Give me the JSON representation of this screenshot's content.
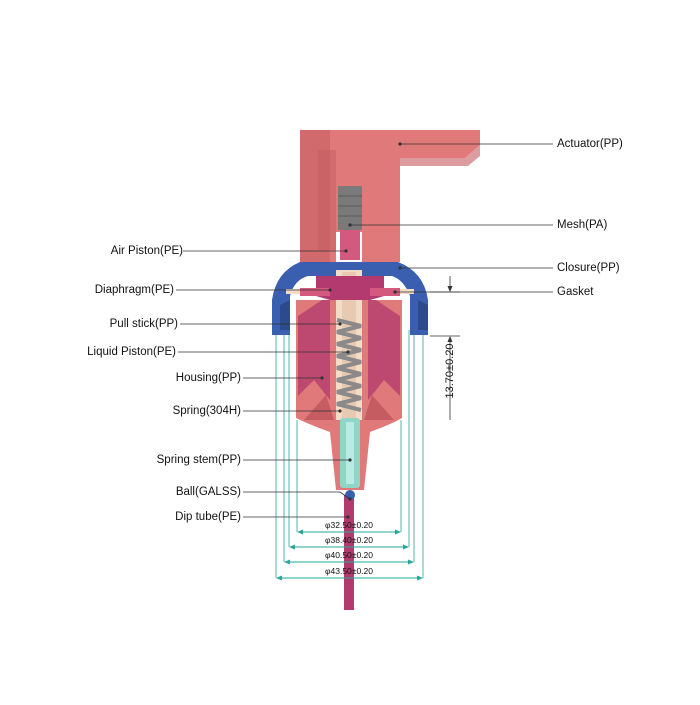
{
  "labels_left": [
    {
      "id": "air-piston",
      "text": "Air Piston(PE)"
    },
    {
      "id": "diaphragm",
      "text": "Diaphragm(PE)"
    },
    {
      "id": "pull-stick",
      "text": "Pull stick(PP)"
    },
    {
      "id": "liquid-piston",
      "text": "Liquid Piston(PE)"
    },
    {
      "id": "housing",
      "text": "Housing(PP)"
    },
    {
      "id": "spring",
      "text": "Spring(304H)"
    },
    {
      "id": "spring-stem",
      "text": "Spring stem(PP)"
    },
    {
      "id": "ball",
      "text": "Ball(GALSS)"
    },
    {
      "id": "dip-tube",
      "text": "Dip tube(PE)"
    }
  ],
  "labels_right": [
    {
      "id": "actuator",
      "text": "Actuator(PP)"
    },
    {
      "id": "mesh",
      "text": "Mesh(PA)"
    },
    {
      "id": "closure",
      "text": "Closure(PP)"
    },
    {
      "id": "gasket",
      "text": "Gasket"
    }
  ],
  "dimensions": [
    {
      "id": "d1",
      "text": "φ32.50±0.20"
    },
    {
      "id": "d2",
      "text": "φ38.40±0.20"
    },
    {
      "id": "d3",
      "text": "φ40.50±0.20"
    },
    {
      "id": "d4",
      "text": "φ43.50±0.20"
    }
  ],
  "vertical_dimension": "13.70±0.20",
  "colors": {
    "body_pink": "#e07a7a",
    "body_pink_dark": "#c45c62",
    "closure_blue": "#3a5fb0",
    "inner_magenta": "#b23a6e",
    "cream": "#f2dcc8",
    "spring_gray": "#8a8a8a",
    "stem_green": "#8fd6c9",
    "dim_teal": "#2aa598",
    "mesh_gray": "#7a7a7a"
  }
}
